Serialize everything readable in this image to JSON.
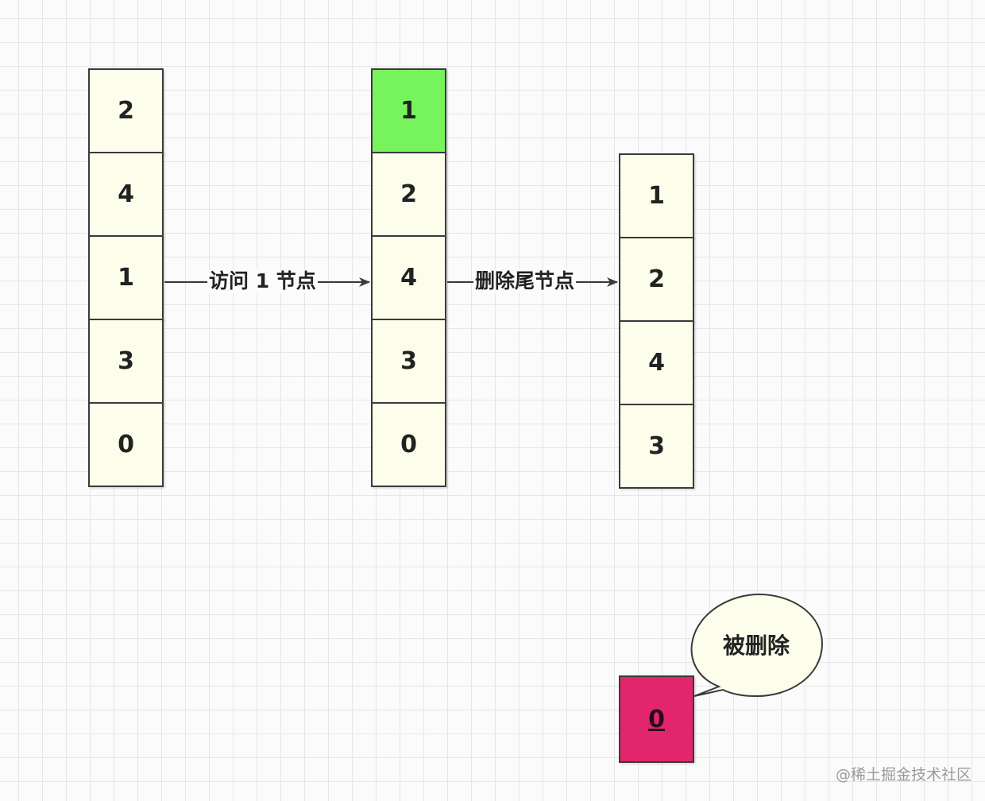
{
  "stacks": {
    "before": [
      "2",
      "4",
      "1",
      "3",
      "0"
    ],
    "after_access": [
      "1",
      "2",
      "4",
      "3",
      "0"
    ],
    "after_delete": [
      "1",
      "2",
      "4",
      "3"
    ]
  },
  "arrows": {
    "access_label": "访问 1 节点",
    "delete_label": "删除尾节点"
  },
  "deleted_node": {
    "value": "0",
    "callout": "被删除"
  },
  "watermark": "@稀土掘金技术社区",
  "colors": {
    "cell_fill": "#fdfdec",
    "highlight_fill": "#77f45c",
    "deleted_fill": "#e2266e",
    "border": "#3a3a3a"
  }
}
